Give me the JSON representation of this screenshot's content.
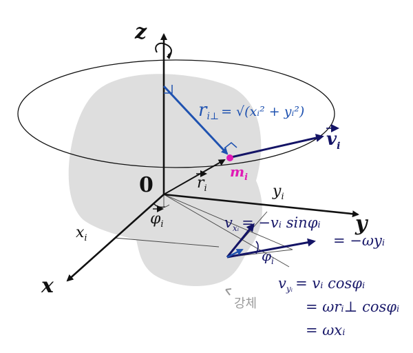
{
  "axes": {
    "z": "z",
    "x": "x",
    "y": "y",
    "origin": "0"
  },
  "labels": {
    "mass": "m",
    "mass_sub": "i",
    "velocity": "v",
    "velocity_sub": "i",
    "r_vec": "r",
    "r_vec_sub": "i",
    "phi_vec": "φ",
    "phi_vec_sub": "i",
    "phi_angle": "φ",
    "phi_angle_sub": "i",
    "x_i": "x",
    "x_i_sub": "i",
    "y_i": "y",
    "y_i_sub": "i",
    "body": "강체"
  },
  "equations": {
    "r_perp": "r",
    "r_perp_sub": "i⊥",
    "r_perp_rhs": "= √(xᵢ² + yᵢ²)",
    "vx_lhs": "v",
    "vx_lhs_sub": "xᵢ",
    "vx_rhs": "= −vᵢ sinφᵢ",
    "vx_rhs2": "= −ωyᵢ",
    "vy_lhs": "v",
    "vy_lhs_sub": "yᵢ",
    "vy_line1": "= vᵢ cosφᵢ",
    "vy_line2": "= ωrᵢ⊥ cosφᵢ",
    "vy_line3": "= ωxᵢ"
  },
  "colors": {
    "ink": "#111111",
    "blue": "#1f52b0",
    "navy": "#141466",
    "magenta": "#e01ab5",
    "body_fill": "#dedede",
    "gray_text": "#9a9a9a"
  }
}
